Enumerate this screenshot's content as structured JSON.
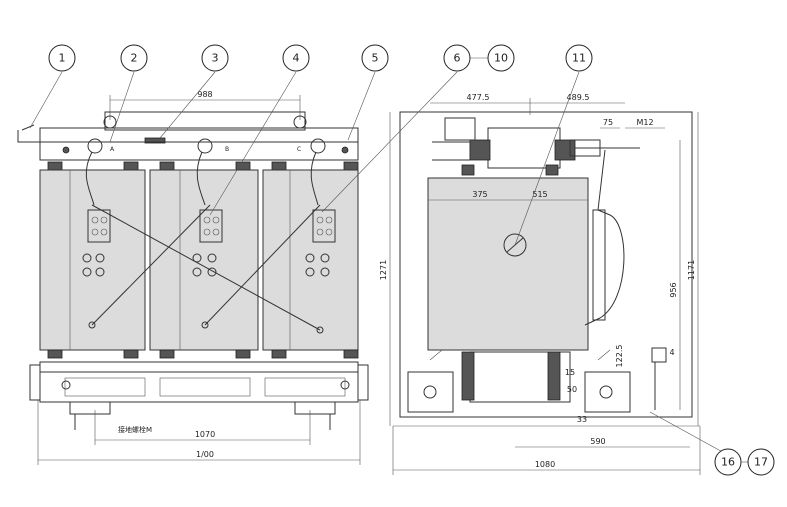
{
  "balloons": [
    "1",
    "2",
    "3",
    "4",
    "5",
    "6",
    "10",
    "11",
    "16",
    "17"
  ],
  "dimensions": {
    "front_top_width": "988",
    "front_phase_spacing": "1070",
    "front_total_width": "1/00",
    "side_left_half": "477.5",
    "side_right_half": "489.5",
    "side_lower_left": "375",
    "side_lower_right": "515",
    "side_small_top": "75",
    "side_lead_dim": "M12",
    "side_left_height": "1271",
    "side_right_height": "1171",
    "side_inner_height": "956",
    "side_small_vertical": "122.5",
    "side_small_15": "15",
    "side_small_50": "50",
    "side_small_33": "33",
    "side_bottom_590": "590",
    "side_total_width": "1080",
    "side_tab_4": "4"
  },
  "labels": {
    "phase_a": "A",
    "phase_b": "B",
    "phase_c": "C",
    "ground_note": "接地螺栓M"
  },
  "colors": {
    "line": "#333333",
    "core_fill": "#dcdcdc",
    "background": "#ffffff"
  }
}
